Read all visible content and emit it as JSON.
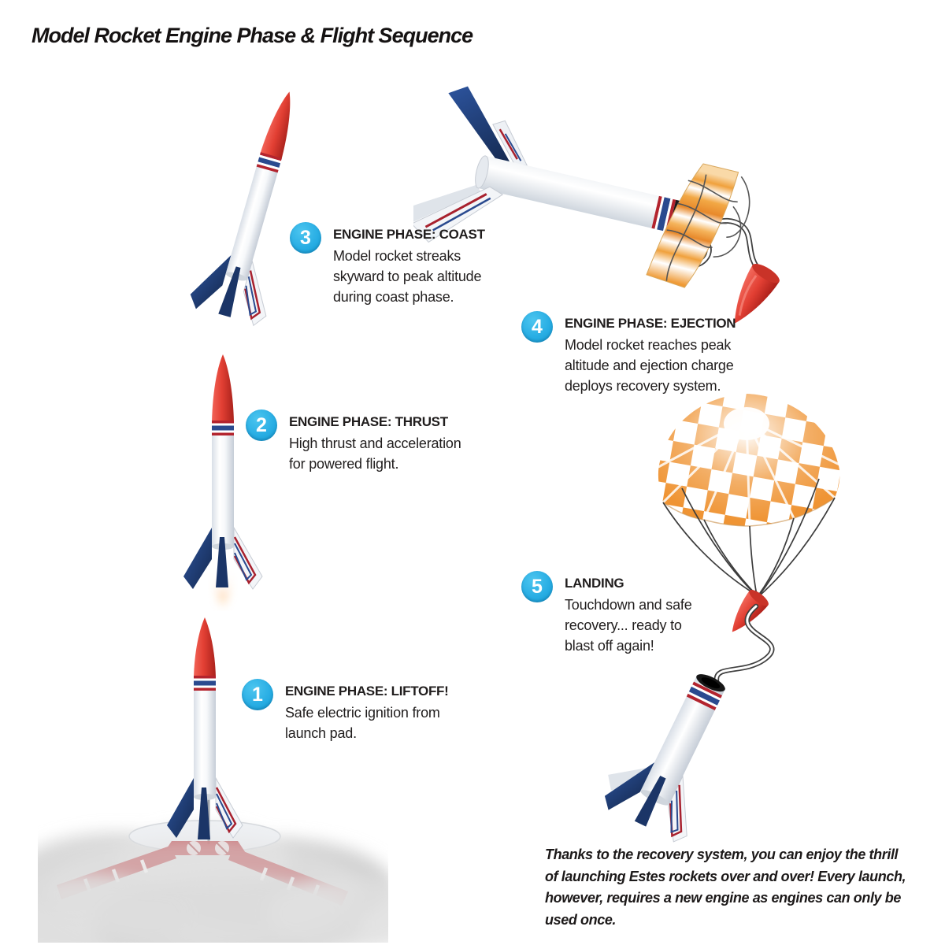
{
  "title": "Model Rocket Engine Phase & Flight Sequence",
  "steps": [
    {
      "number": "1",
      "heading": "ENGINE PHASE: LIFTOFF!",
      "body": "Safe electric ignition from launch pad."
    },
    {
      "number": "2",
      "heading": "ENGINE PHASE: THRUST",
      "body": "High thrust and acceleration for powered flight."
    },
    {
      "number": "3",
      "heading": "ENGINE PHASE: COAST",
      "body": "Model rocket streaks skyward to peak altitude during coast phase."
    },
    {
      "number": "4",
      "heading": "ENGINE PHASE: EJECTION",
      "body": "Model rocket reaches peak altitude and ejection charge deploys recovery system."
    },
    {
      "number": "5",
      "heading": "LANDING",
      "body": "Touchdown and safe recovery... ready to blast off again!"
    }
  ],
  "footer_note": "Thanks to the recovery system, you can enjoy the thrill of launching Estes rockets over and over! Every launch, however, requires a new engine as engines can only be used once.",
  "illustrations": {
    "coast": "rocket-coasting-tilted-icon",
    "thrust": "rocket-thrust-flame-icon",
    "liftoff": "rocket-on-launch-pad-with-smoke-icon",
    "ejection": "rocket-ejection-streamer-nosecone-icon",
    "landing": "parachute-descending-rocket-icon"
  },
  "colors": {
    "accent_badge": "#29AEE4",
    "rocket_red": "#E23F33",
    "fin_navy": "#1D3A74",
    "pinstripe_red": "#A8212E",
    "pinstripe_blue": "#2A4A8F",
    "parachute_orange": "#EF9434",
    "launch_pad_red": "#C25A5E",
    "smoke_gray": "#D6D6D6",
    "text": "#201D1D"
  }
}
